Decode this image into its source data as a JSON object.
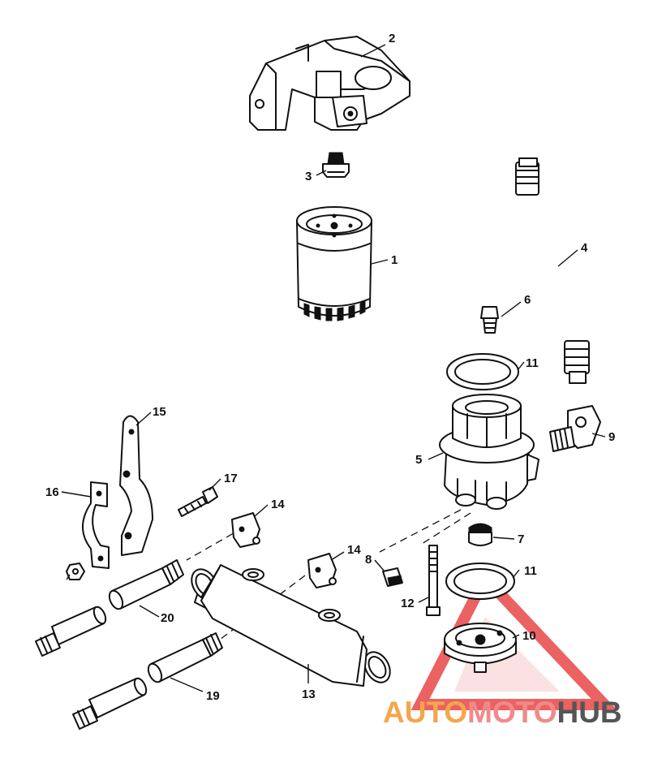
{
  "callouts": {
    "c1": "1",
    "c2": "2",
    "c3": "3",
    "c4": "4",
    "c5": "5",
    "c6": "6",
    "c7": "7",
    "c8": "8",
    "c9": "9",
    "c10": "10",
    "c11a": "11",
    "c11b": "11",
    "c12": "12",
    "c13": "13",
    "c14a": "14",
    "c14b": "14",
    "c15": "15",
    "c16": "16",
    "c17": "17",
    "c19": "19",
    "c20": "20"
  },
  "watermark": {
    "part1": "AUTO",
    "part2": "MOTO",
    "part3": "HUB",
    "colors": {
      "auto": "#f4a64a",
      "moto": "#f08a8a",
      "hub": "#555555",
      "triangle": "#e83a3a"
    }
  }
}
